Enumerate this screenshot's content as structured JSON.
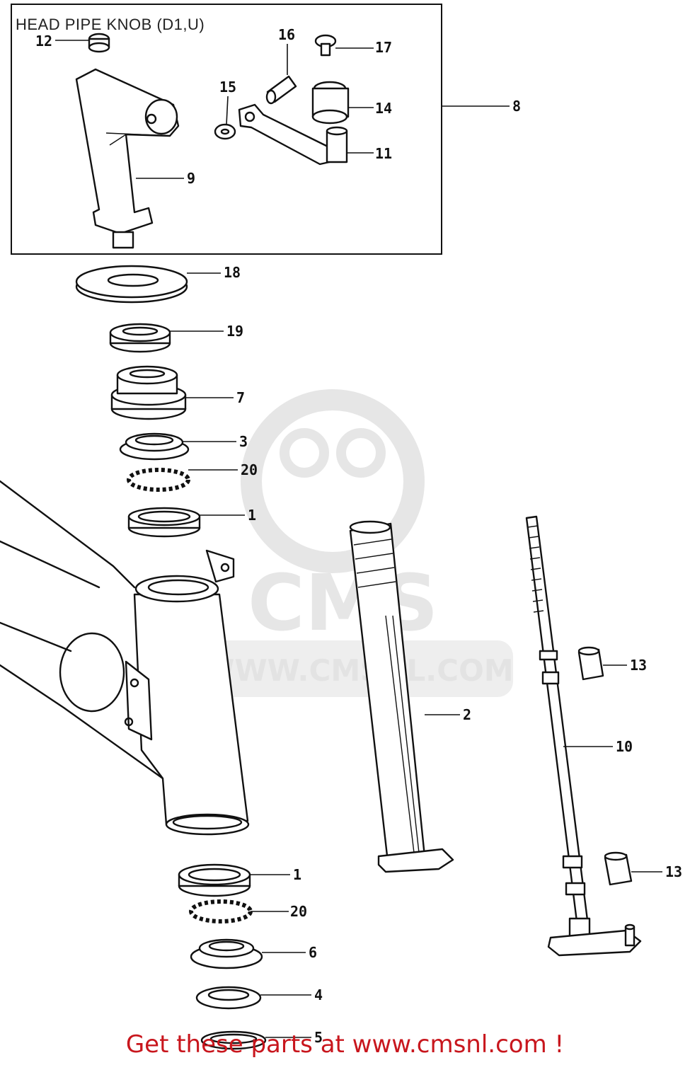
{
  "title": "HEAD PIPE KNOB (D1,U)",
  "footer": "Get these parts at www.cmsnl.com !",
  "watermark": {
    "brand": "CMS",
    "url": "WWW.CMSNL.COM"
  },
  "callouts": [
    "12",
    "16",
    "17",
    "15",
    "14",
    "8",
    "11",
    "9",
    "18",
    "19",
    "7",
    "3",
    "20",
    "1",
    "13",
    "2",
    "10",
    "1",
    "20",
    "6",
    "4",
    "5",
    "13"
  ],
  "colors": {
    "footer": "#c8161d",
    "line": "#111111",
    "watermark": "#e3e3e3"
  }
}
